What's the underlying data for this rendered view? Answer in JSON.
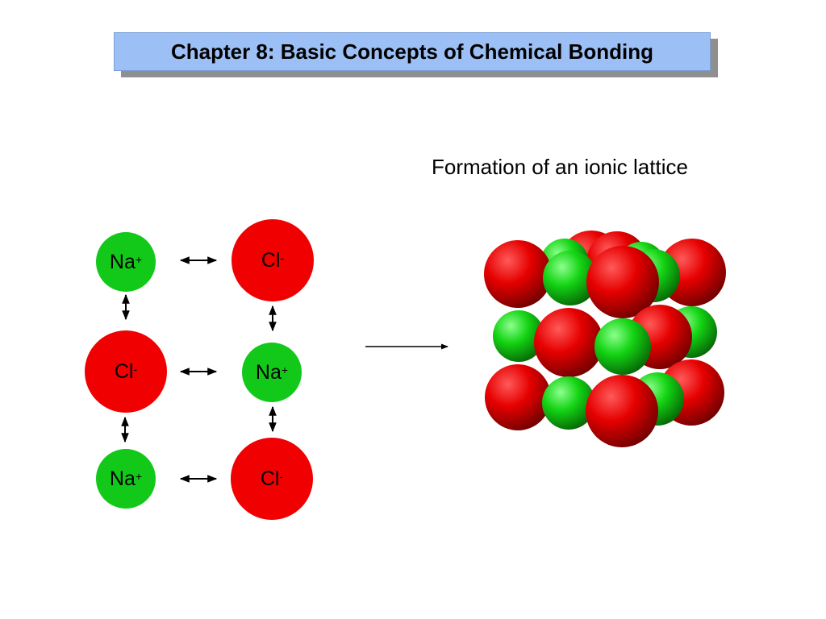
{
  "title": "Chapter 8: Basic Concepts of Chemical Bonding",
  "subtitle": "Formation of an ionic lattice",
  "ions": [
    {
      "symbol": "Na",
      "charge": "+"
    },
    {
      "symbol": "Cl",
      "charge": "-"
    },
    {
      "symbol": "Cl",
      "charge": "-"
    },
    {
      "symbol": "Na",
      "charge": "+"
    },
    {
      "symbol": "Na",
      "charge": "+"
    },
    {
      "symbol": "Cl",
      "charge": "-"
    }
  ],
  "colors": {
    "sodium": "#12c91a",
    "chloride": "#f00000",
    "title_background": "#9cc0f5",
    "title_shadow": "#8f8f8f"
  },
  "lattice_image": "sodium-chloride-crystal-lattice"
}
